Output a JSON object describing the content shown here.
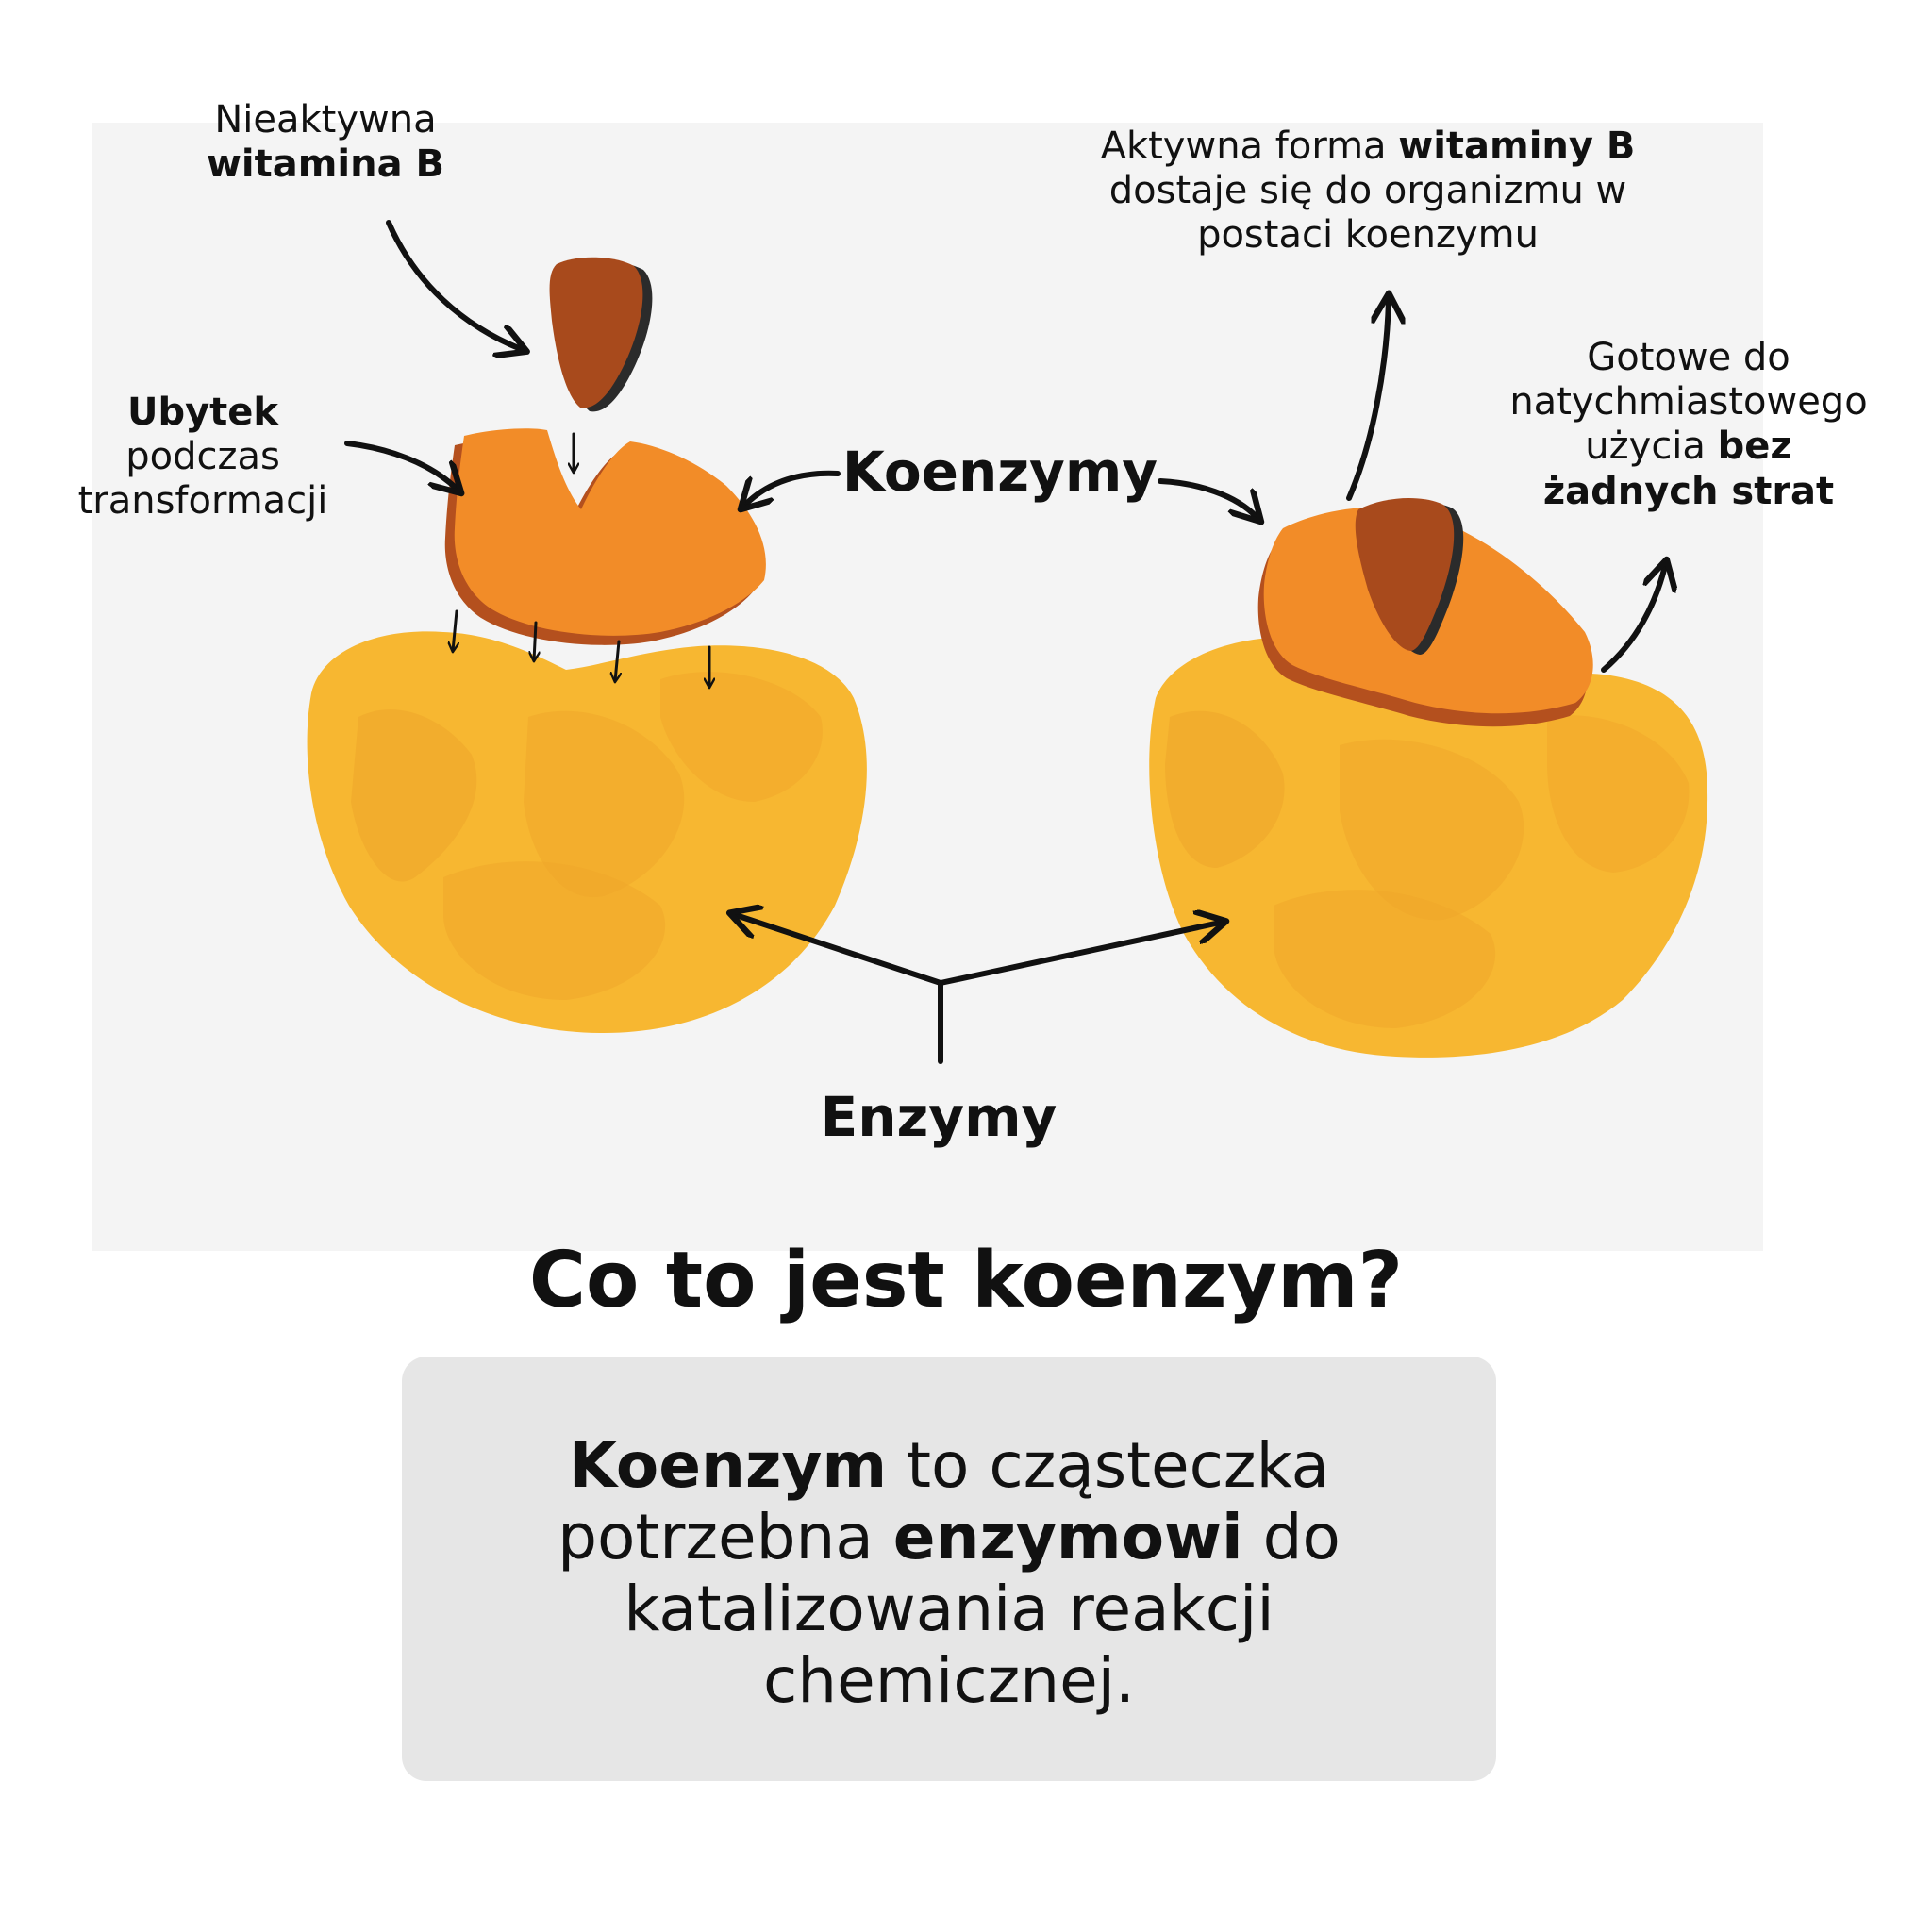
{
  "labels": {
    "inactive_b": {
      "line1": "Nieaktywna",
      "line2_bold": "witamina B"
    },
    "loss": {
      "line1_bold": "Ubytek",
      "line2": "podczas",
      "line3": "transformacji"
    },
    "active_form": {
      "line1_pre": "Aktywna forma ",
      "line1_bold": "witaminy B",
      "line2": "dostaje się do organizmu w",
      "line3": "postaci koenzymu"
    },
    "ready": {
      "line1": "Gotowe do",
      "line2": "natychmiastowego",
      "line3_pre": "użycia ",
      "line3_bold": "bez",
      "line4_bold": "żadnych strat"
    },
    "coenzymes": "Koenzymy",
    "enzymes": "Enzymy"
  },
  "title": "Co to jest koenzym?",
  "definition": {
    "part1_bold": "Koenzym",
    "part2": " to cząsteczka",
    "part3": "potrzebna ",
    "part4_bold": "enzymowi",
    "part5": " do",
    "part6": "katalizowania reakcji",
    "part7": "chemicznej."
  },
  "colors": {
    "enzyme": "#F7B731",
    "enzyme_shade": "#EFA52A",
    "coenzyme": "#F28C28",
    "coenzyme_shadow": "#B4501E",
    "vitamin": "#A84A1C",
    "vitamin_shadow": "#2B2B2B",
    "panel": "#F4F4F4",
    "card": "#E6E6E6"
  }
}
